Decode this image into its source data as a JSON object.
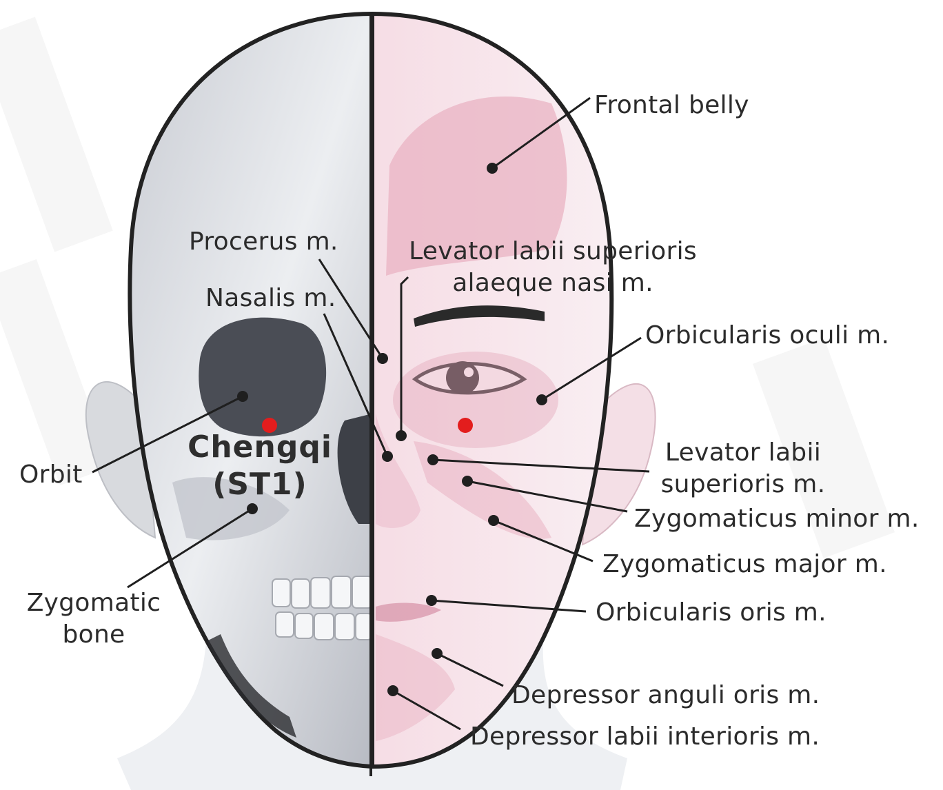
{
  "acupoint": {
    "name": "Chengqi",
    "code": "(ST1)",
    "marker_color": "#e31d1d"
  },
  "labels": {
    "frontal_belly": "Frontal belly",
    "procerus": "Procerus m.",
    "levator_alaeque_line1": "Levator labii superioris",
    "levator_alaeque_line2": "alaeque nasi m.",
    "nasalis": "Nasalis m.",
    "orbicularis_oculi": "Orbicularis oculi m.",
    "orbit": "Orbit",
    "levator_superioris_line1": "Levator labii",
    "levator_superioris_line2": "superioris m.",
    "zygomaticus_minor": "Zygomaticus minor m.",
    "zygomaticus_major": "Zygomaticus major m.",
    "zygomatic_bone_line1": "Zygomatic",
    "zygomatic_bone_line2": "bone",
    "orbicularis_oris": "Orbicularis oris m.",
    "depressor_anguli": "Depressor anguli oris m.",
    "depressor_labii": "Depressor labii interioris m."
  },
  "colors": {
    "muscle_pink": "#f2c9d6",
    "skull_gray": "#d9dbe0",
    "outline": "#222222",
    "acupoint_red": "#e31d1d"
  }
}
